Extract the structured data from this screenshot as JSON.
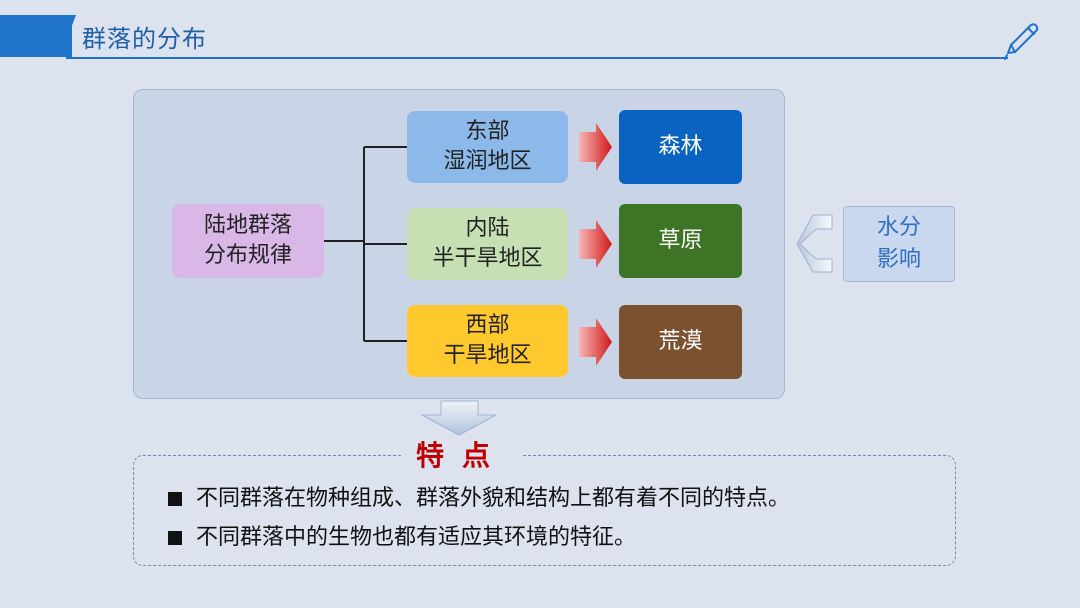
{
  "header": {
    "title": "群落的分布",
    "accent": "#1f73c9",
    "icon": "pen-icon"
  },
  "diagram": {
    "root": [
      "陆地群落",
      "分布规律"
    ],
    "branches": [
      {
        "region": [
          "东部",
          "湿润地区"
        ],
        "result": "森林",
        "region_color": "#8db8ea",
        "result_color": "#0a63c0"
      },
      {
        "region": [
          "内陆",
          "半干旱地区"
        ],
        "result": "草原",
        "region_color": "#c6e0b4",
        "result_color": "#3e7426"
      },
      {
        "region": [
          "西部",
          "干旱地区"
        ],
        "result": "荒漠",
        "region_color": "#ffc92e",
        "result_color": "#7b5130"
      }
    ],
    "factor": [
      "水分",
      "影响"
    ]
  },
  "features": {
    "title": "特点",
    "items": [
      "不同群落在物种组成、群落外貌和结构上都有着不同的特点。",
      "不同群落中的生物也都有适应其环境的特征。"
    ]
  }
}
